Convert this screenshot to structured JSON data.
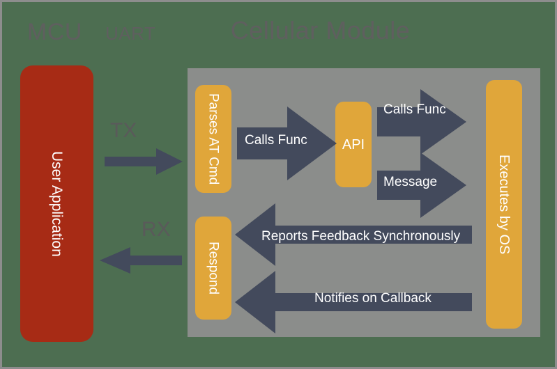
{
  "diagram": {
    "background_color": "#4d6e51",
    "border_color": "#8d8d8d",
    "headings": {
      "mcu": "MCU",
      "uart": "UART",
      "cellular_module": "Cellular Module"
    },
    "panel": {
      "name": "cellular-module-panel",
      "color": "#8b8d8b"
    },
    "blocks": [
      {
        "id": "user-application",
        "label": "User Application",
        "color": "#a72b15",
        "orientation": "vertical"
      },
      {
        "id": "parses-at-cmd",
        "label": "Parses AT Cmd",
        "color": "#e0a63a",
        "orientation": "vertical"
      },
      {
        "id": "api",
        "label": "API",
        "color": "#e0a63a",
        "orientation": "horizontal"
      },
      {
        "id": "executes-by-os",
        "label": "Executes by OS",
        "color": "#e0a63a",
        "orientation": "vertical"
      },
      {
        "id": "respond",
        "label": "Respond",
        "color": "#e0a63a",
        "orientation": "vertical"
      }
    ],
    "signals": {
      "tx": "TX",
      "rx": "RX"
    },
    "arrows": [
      {
        "id": "tx",
        "label": "",
        "direction": "right",
        "color": "#434a5c"
      },
      {
        "id": "rx",
        "label": "",
        "direction": "left",
        "color": "#434a5c"
      },
      {
        "id": "calls-func-1",
        "label": "Calls Func",
        "direction": "right",
        "color": "#434a5c"
      },
      {
        "id": "calls-func-2",
        "label": "Calls Func",
        "direction": "right",
        "color": "#434a5c"
      },
      {
        "id": "message",
        "label": "Message",
        "direction": "right",
        "color": "#434a5c"
      },
      {
        "id": "reports-feedback",
        "label": "Reports Feedback Synchronously",
        "direction": "left",
        "color": "#434a5c"
      },
      {
        "id": "notifies-callback",
        "label": "Notifies on Callback",
        "direction": "left",
        "color": "#434a5c"
      }
    ]
  }
}
